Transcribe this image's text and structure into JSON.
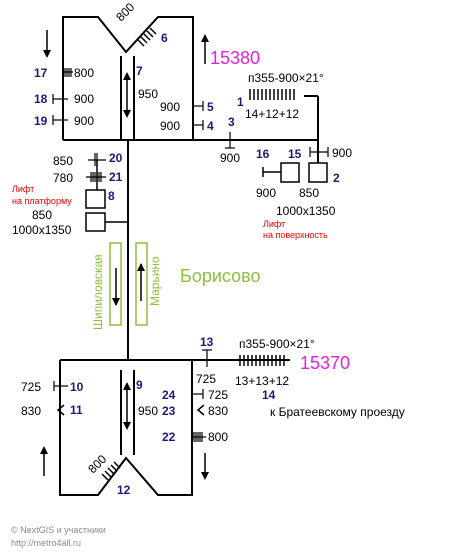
{
  "station": {
    "name": "Борисово"
  },
  "top": {
    "distance": "15380",
    "escalator_spec": "п355-900×21°",
    "escalator_count": "14+12+12",
    "surface_lift_label": [
      "Лифт",
      "на поверхность"
    ],
    "platform_lift_label": [
      "Лифт",
      "на платформу"
    ],
    "lift_size_left": "1000x1350",
    "lift_size_right": "1000x1350"
  },
  "bottom": {
    "distance": "15370",
    "escalator_spec": "п355-900×21°",
    "escalator_count": "13+13+12",
    "direction": "к Братеевскому проезду"
  },
  "tracks": {
    "left": "Шипиловская",
    "right": "Марьино"
  },
  "exits": {
    "e1": "1",
    "e2": "2",
    "e3": "3",
    "e4": "4",
    "e5": "5",
    "e6": "6",
    "e7": "7",
    "e8": "8",
    "e9": "9",
    "e10": "10",
    "e11": "11",
    "e12": "12",
    "e13": "13",
    "e14": "14",
    "e15": "15",
    "e16": "16",
    "e17": "17",
    "e18": "18",
    "e19": "19",
    "e20": "20",
    "e21": "21",
    "e22": "22",
    "e23": "23",
    "e24": "24"
  },
  "widths": {
    "w6": "800",
    "w7": "950",
    "w5": "900",
    "w4": "900",
    "w3": "900",
    "w17": "800",
    "w18": "900",
    "w19": "900",
    "w20": "850",
    "w21": "780",
    "w8": "850",
    "w16": "900",
    "w2": "850",
    "w15": "900",
    "w13": "725",
    "w10": "725",
    "w11": "830",
    "w9": "950",
    "w24": "725",
    "w23": "830",
    "w22": "800",
    "w12": "800"
  },
  "credits": [
    "© NextGIS и участники",
    "http://metro4all.ru"
  ],
  "colors": {
    "route": "#000000",
    "accent": "#e61ee6",
    "number": "#1a1a7a",
    "track": "#8dbf3a",
    "lift_note": "#e60000"
  }
}
